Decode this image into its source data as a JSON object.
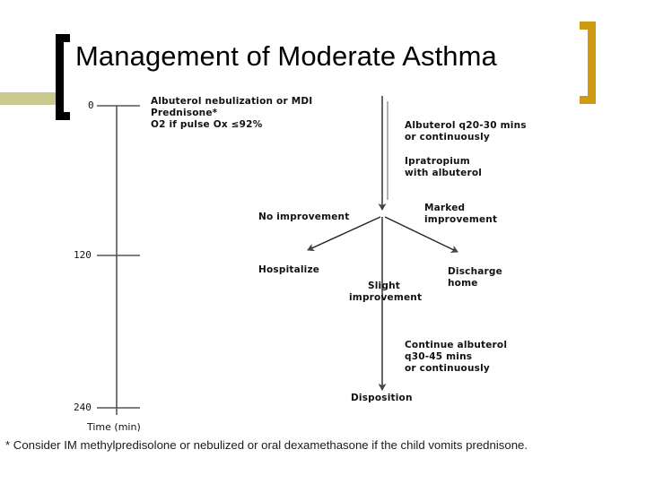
{
  "slide": {
    "title": "Management of Moderate Asthma",
    "footnote": "* Consider IM methylpredisolone or nebulized or oral dexamethasone if the child vomits prednisone.",
    "colors": {
      "bracket_left": "#000000",
      "bracket_right": "#cf9a12",
      "accent_bar": "#cbc98e",
      "text": "#000000",
      "diagram_line": "#555555"
    }
  },
  "diagram": {
    "axis": {
      "title": "Time (min)",
      "ticks": [
        {
          "label": "0"
        },
        {
          "label": "120"
        },
        {
          "label": "240"
        }
      ]
    },
    "steps": {
      "initial": "Albuterol nebulization or MDI\nPrednisone*\nO2 if pulse Ox ≤92%",
      "ongoing_albuterol": "Albuterol q20-30 mins\nor continuously",
      "ipratropium": "Ipratropium\nwith albuterol",
      "continue_albuterol": "Continue albuterol\nq30-45 mins\nor continuously"
    },
    "branches": {
      "left_condition": "No improvement",
      "left_outcome": "Hospitalize",
      "center_condition": "Slight\nimprovement",
      "right_condition": "Marked\nimprovement",
      "right_outcome": "Discharge\nhome",
      "final_outcome": "Disposition"
    }
  }
}
